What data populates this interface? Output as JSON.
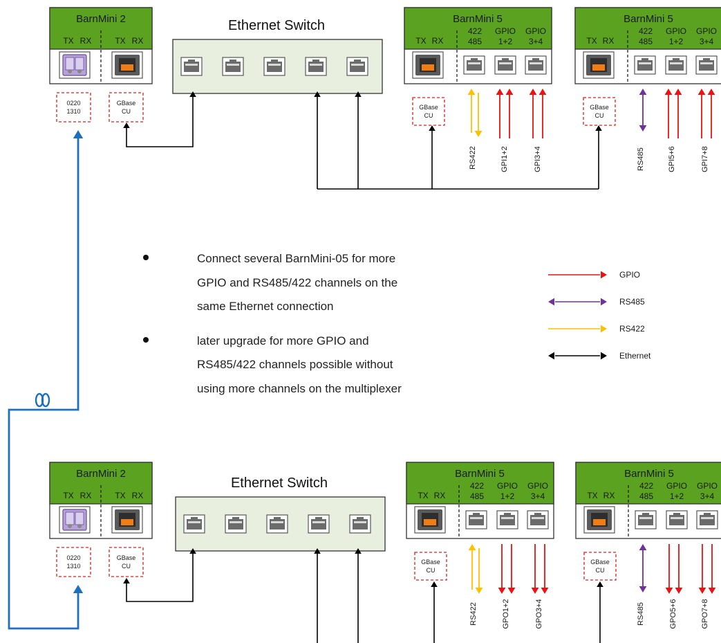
{
  "colors": {
    "module_header": "#5aa21f",
    "switch_fill": "#e9efdf",
    "gpio": "#ee1111",
    "rs485": "#7030a0",
    "rs422": "#ffc000",
    "ethernet": "#000000",
    "fiber": "#1f6fbf",
    "callout_border": "#e31b1b"
  },
  "top": {
    "barnmini2": {
      "title": "BarnMini 2",
      "tx": "TX",
      "rx": "RX",
      "tx2": "TX",
      "rx2": "RX",
      "sfp_callout_1": "0220",
      "sfp_callout_2": "1310",
      "cu_callout_1": "GBase",
      "cu_callout_2": "CU"
    },
    "switch": {
      "title": "Ethernet Switch"
    },
    "barnmini5a": {
      "title": "BarnMini 5",
      "tx": "TX",
      "rx": "RX",
      "c1a": "422",
      "c1b": "485",
      "c2a": "GPIO",
      "c2b": "1+2",
      "c3a": "GPIO",
      "c3b": "3+4",
      "cu_callout_1": "GBase",
      "cu_callout_2": "CU",
      "sig1": "RS422",
      "sig2": "GPI1+2",
      "sig3": "GPI3+4"
    },
    "barnmini5b": {
      "title": "BarnMini 5",
      "tx": "TX",
      "rx": "RX",
      "c1a": "422",
      "c1b": "485",
      "c2a": "GPIO",
      "c2b": "1+2",
      "c3a": "GPIO",
      "c3b": "3+4",
      "cu_callout_1": "GBase",
      "cu_callout_2": "CU",
      "sig1": "RS485",
      "sig2": "GPI5+6",
      "sig3": "GPI7+8"
    }
  },
  "bottom": {
    "barnmini2": {
      "title": "BarnMini 2",
      "tx": "TX",
      "rx": "RX",
      "tx2": "TX",
      "rx2": "RX",
      "sfp_callout_1": "0220",
      "sfp_callout_2": "1310",
      "cu_callout_1": "GBase",
      "cu_callout_2": "CU"
    },
    "switch": {
      "title": "Ethernet Switch"
    },
    "barnmini5a": {
      "title": "BarnMini 5",
      "tx": "TX",
      "rx": "RX",
      "c1a": "422",
      "c1b": "485",
      "c2a": "GPIO",
      "c2b": "1+2",
      "c3a": "GPIO",
      "c3b": "3+4",
      "cu_callout_1": "GBase",
      "cu_callout_2": "CU",
      "sig1": "RS422",
      "sig2": "GPO1+2",
      "sig3": "GPO3+4"
    },
    "barnmini5b": {
      "title": "BarnMini 5",
      "tx": "TX",
      "rx": "RX",
      "c1a": "422",
      "c1b": "485",
      "c2a": "GPIO",
      "c2b": "1+2",
      "c3a": "GPIO",
      "c3b": "3+4",
      "cu_callout_1": "GBase",
      "cu_callout_2": "CU",
      "sig1": "RS485",
      "sig2": "GPO5+6",
      "sig3": "GPO7+8"
    }
  },
  "bullets": {
    "b1_l1": "Connect several BarnMini-05 for more",
    "b1_l2": "GPIO and RS485/422 channels on the",
    "b1_l3": "same Ethernet connection",
    "b2_l1": "later upgrade for more GPIO and",
    "b2_l2": "RS485/422 channels possible without",
    "b2_l3": "using more channels on the multiplexer"
  },
  "legend": {
    "gpio": "GPIO",
    "rs485": "RS485",
    "rs422": "RS422",
    "ethernet": "Ethernet"
  }
}
